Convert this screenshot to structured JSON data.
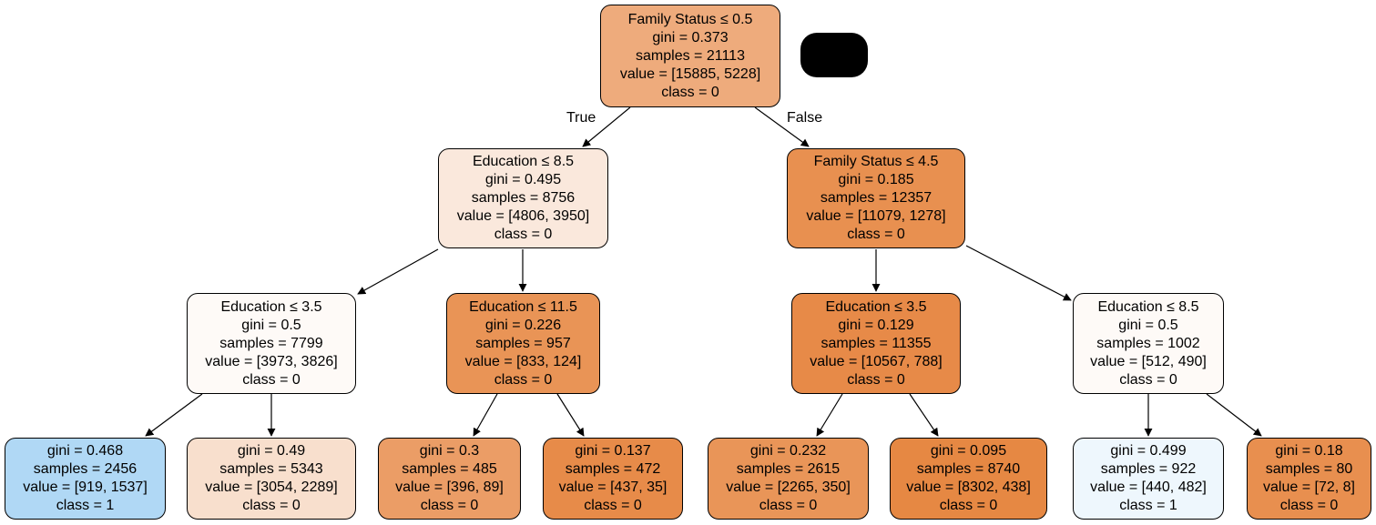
{
  "nodes": [
    {
      "id": "n0",
      "lines": [
        "Family Status ≤ 0.5",
        "gini = 0.373",
        "samples = 21113",
        "value = [15885, 5228]",
        "class = 0"
      ],
      "fill": "#eeab7c"
    },
    {
      "id": "n1",
      "lines": [
        "Education ≤ 8.5",
        "gini = 0.495",
        "samples = 8756",
        "value = [4806, 3950]",
        "class = 0"
      ],
      "fill": "#fae8dc"
    },
    {
      "id": "n2",
      "lines": [
        "Family Status ≤ 4.5",
        "gini = 0.185",
        "samples = 12357",
        "value = [11079, 1278]",
        "class = 0"
      ],
      "fill": "#e89050"
    },
    {
      "id": "n3",
      "lines": [
        "Education ≤ 3.5",
        "gini = 0.5",
        "samples = 7799",
        "value = [3973, 3826]",
        "class = 0"
      ],
      "fill": "#fefaf7"
    },
    {
      "id": "n4",
      "lines": [
        "Education ≤ 11.5",
        "gini = 0.226",
        "samples = 957",
        "value = [833, 124]",
        "class = 0"
      ],
      "fill": "#e99456"
    },
    {
      "id": "n5",
      "lines": [
        "Education ≤ 3.5",
        "gini = 0.129",
        "samples = 11355",
        "value = [10567, 788]",
        "class = 0"
      ],
      "fill": "#e78a48"
    },
    {
      "id": "n6",
      "lines": [
        "Education ≤ 8.5",
        "gini = 0.5",
        "samples = 1002",
        "value = [512, 490]",
        "class = 0"
      ],
      "fill": "#fefaf7"
    },
    {
      "id": "n7",
      "lines": [
        "gini = 0.468",
        "samples = 2456",
        "value = [919, 1537]",
        "class = 1"
      ],
      "fill": "#b0d8f5"
    },
    {
      "id": "n8",
      "lines": [
        "gini = 0.49",
        "samples = 5343",
        "value = [3054, 2289]",
        "class = 0"
      ],
      "fill": "#f8dfcd"
    },
    {
      "id": "n9",
      "lines": [
        "gini = 0.3",
        "samples = 485",
        "value = [396, 89]",
        "class = 0"
      ],
      "fill": "#eb9d66"
    },
    {
      "id": "n10",
      "lines": [
        "gini = 0.137",
        "samples = 472",
        "value = [437, 35]",
        "class = 0"
      ],
      "fill": "#e78b49"
    },
    {
      "id": "n11",
      "lines": [
        "gini = 0.232",
        "samples = 2615",
        "value = [2265, 350]",
        "class = 0"
      ],
      "fill": "#e99558"
    },
    {
      "id": "n12",
      "lines": [
        "gini = 0.095",
        "samples = 8740",
        "value = [8302, 438]",
        "class = 0"
      ],
      "fill": "#e68843"
    },
    {
      "id": "n13",
      "lines": [
        "gini = 0.499",
        "samples = 922",
        "value = [440, 482]",
        "class = 1"
      ],
      "fill": "#eef7fd"
    },
    {
      "id": "n14",
      "lines": [
        "gini = 0.18",
        "samples = 80",
        "value = [72, 8]",
        "class = 0"
      ],
      "fill": "#e88f4f"
    }
  ],
  "edges": [
    {
      "from": "n0",
      "to": "n1",
      "label": "True"
    },
    {
      "from": "n0",
      "to": "n2",
      "label": "False"
    },
    {
      "from": "n1",
      "to": "n3",
      "label": ""
    },
    {
      "from": "n1",
      "to": "n4",
      "label": ""
    },
    {
      "from": "n2",
      "to": "n5",
      "label": ""
    },
    {
      "from": "n2",
      "to": "n6",
      "label": ""
    },
    {
      "from": "n3",
      "to": "n7",
      "label": ""
    },
    {
      "from": "n3",
      "to": "n8",
      "label": ""
    },
    {
      "from": "n4",
      "to": "n9",
      "label": ""
    },
    {
      "from": "n4",
      "to": "n10",
      "label": ""
    },
    {
      "from": "n5",
      "to": "n11",
      "label": ""
    },
    {
      "from": "n5",
      "to": "n12",
      "label": ""
    },
    {
      "from": "n6",
      "to": "n13",
      "label": ""
    },
    {
      "from": "n6",
      "to": "n14",
      "label": ""
    }
  ]
}
